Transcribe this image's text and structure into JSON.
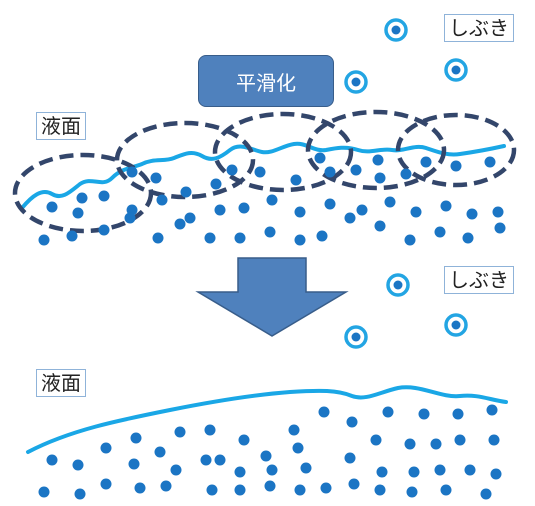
{
  "labels": {
    "spray_top": "しぶき",
    "spray_bottom": "しぶき",
    "surface_top": "液面",
    "surface_bottom": "液面",
    "smoothing": "平滑化"
  },
  "colors": {
    "surface_line": "#1aa7e6",
    "particle": "#1b75c4",
    "ellipse_stroke": "#33466b",
    "arrow_fill": "#4f81bd",
    "button_fill": "#4f81bd",
    "spray_ring": "#23a5e3"
  },
  "icons": [
    "spray-droplet-icon",
    "down-arrow-icon"
  ]
}
